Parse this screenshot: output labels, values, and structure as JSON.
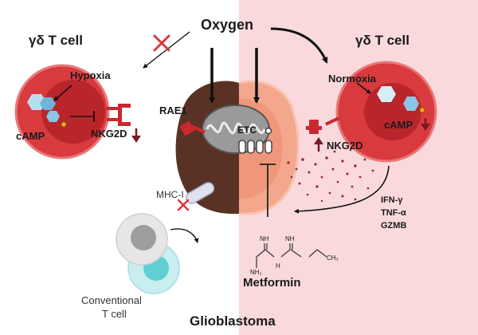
{
  "oxygen": "Oxygen",
  "glioblastoma": "Glioblastoma",
  "left_cell": {
    "title": "γδ T cell",
    "hypoxia": "Hypoxia",
    "camp": "cAMP",
    "nkg2d": "NKG2D"
  },
  "right_cell": {
    "title": "γδ T cell",
    "normoxia": "Normoxia",
    "camp": "cAMP",
    "nkg2d": "NKG2D"
  },
  "tumor": {
    "rae1": "RAE1",
    "etc": "ETC",
    "mhc": "MHC-I"
  },
  "cytokines": [
    "IFN-γ",
    "TNF-α",
    "GZMB"
  ],
  "drug": {
    "name": "Metformin",
    "atoms": {
      "nh_left": "NH",
      "nh_right": "NH",
      "nh2": "NH₂",
      "h": "H",
      "ch3": "CH₃"
    }
  },
  "conventional": {
    "line1": "Conventional",
    "line2": "T cell"
  },
  "colors": {
    "right_background": "#f9d9dc",
    "cell_outer": "#d83a3e",
    "cell_inner": "#b8262c",
    "receptor": "#c9292e",
    "tumor_hypoxic": "#5a3225",
    "tumor_normoxic": "#f3a78d",
    "down_arrow": "#7a1a24"
  }
}
